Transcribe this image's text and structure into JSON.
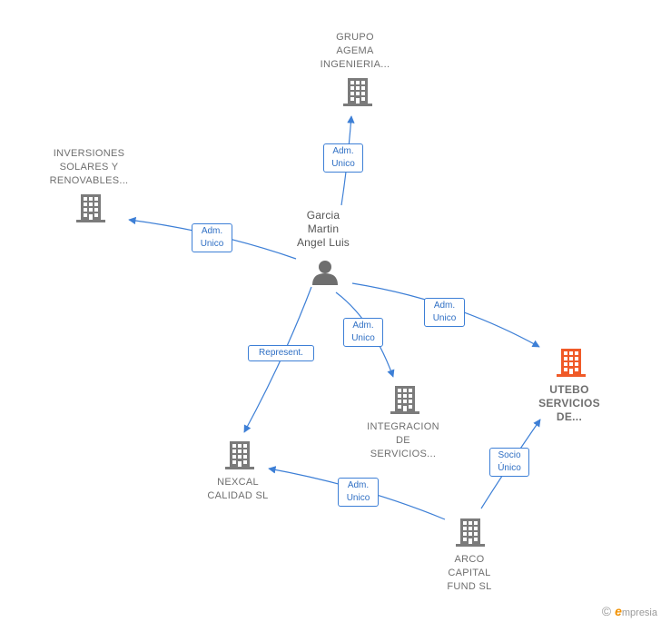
{
  "colors": {
    "edge": "#3d7fd6",
    "company_icon": "#7b7b7b",
    "company_icon_highlight": "#f05a28",
    "person_icon": "#6e6e6e",
    "label": "#6f6f6f"
  },
  "nodes": {
    "grupo_agema": {
      "label": "GRUPO\nAGEMA\nINGENIERIA..."
    },
    "inversiones_solares": {
      "label": "INVERSIONES\nSOLARES Y\nRENOVABLES..."
    },
    "garcia_martin": {
      "label": "Garcia\nMartin\nAngel Luis"
    },
    "utebo_servicios": {
      "label": "UTEBO\nSERVICIOS\nDE..."
    },
    "integracion_servicios": {
      "label": "INTEGRACION\nDE\nSERVICIOS..."
    },
    "nexcal_calidad": {
      "label": "NEXCAL\nCALIDAD  SL"
    },
    "arco_capital": {
      "label": "ARCO\nCAPITAL\nFUND  SL"
    }
  },
  "edges": {
    "to_grupo_agema": {
      "label": "Adm.\nUnico"
    },
    "to_inversiones": {
      "label": "Adm.\nUnico"
    },
    "to_utebo": {
      "label": "Adm.\nUnico"
    },
    "to_integracion": {
      "label": "Adm.\nUnico"
    },
    "to_nexcal": {
      "label": "Represent."
    },
    "arco_to_nexcal": {
      "label": "Adm.\nUnico"
    },
    "arco_to_utebo": {
      "label": "Socio\nÚnico"
    }
  },
  "watermark": {
    "symbol": "©",
    "brand_initial": "e",
    "brand_rest": "mpresia"
  }
}
